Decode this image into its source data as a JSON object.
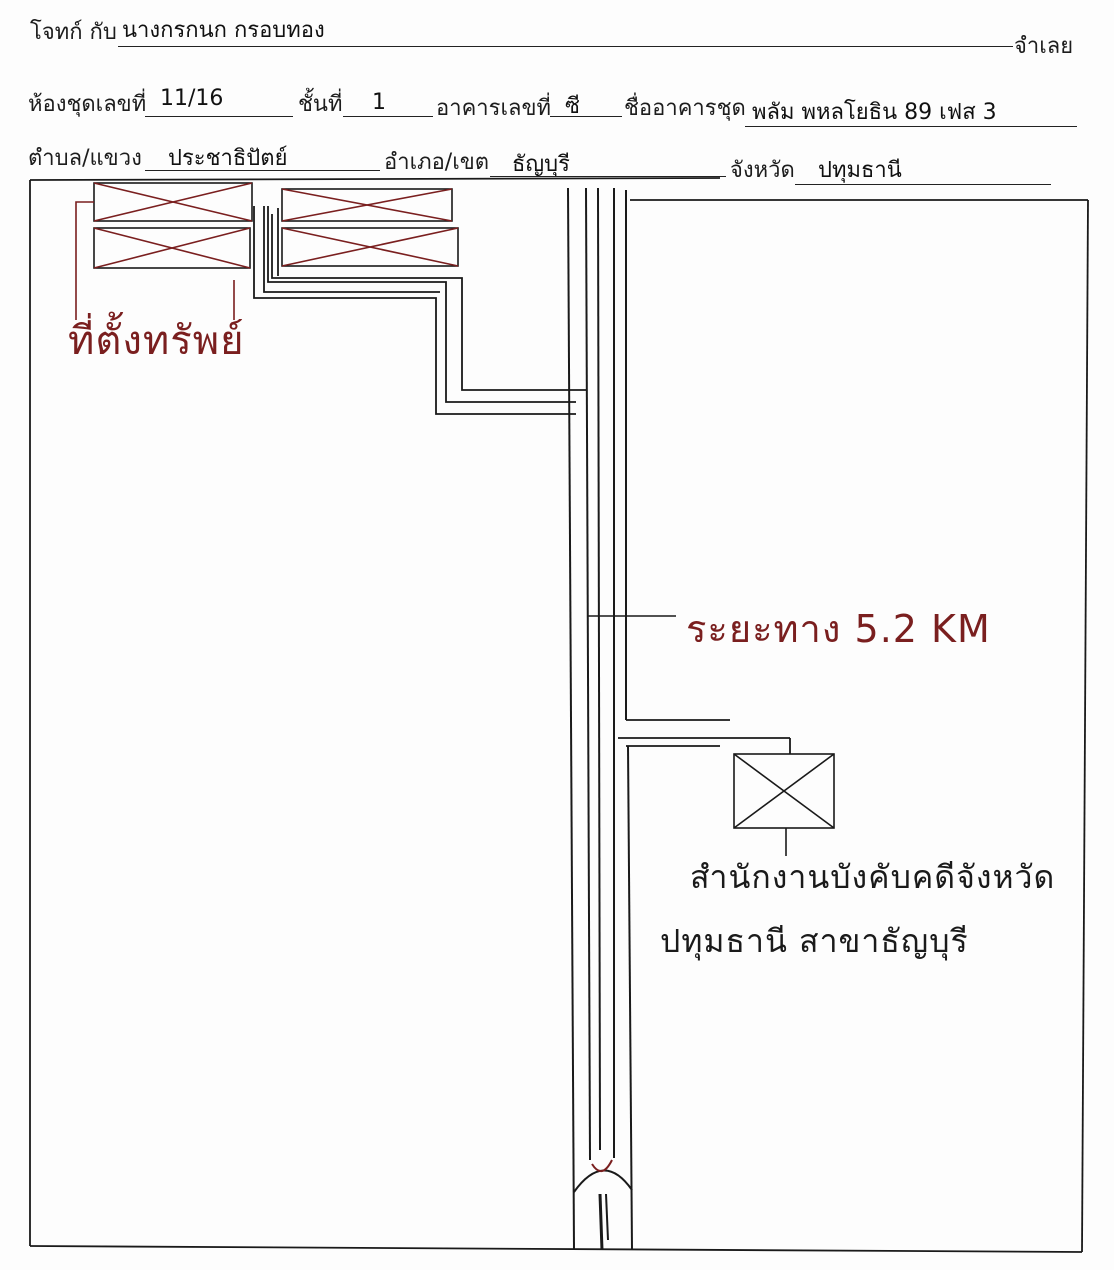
{
  "header": {
    "plaintiff_label": "โจทก์ กับ",
    "plaintiff_name": "นางกรกนก กรอบทอง",
    "defendant_label": "จำเลย"
  },
  "row2": {
    "room_label": "ห้องชุดเลขที่",
    "room_value": "11/16",
    "floor_label": "ชั้นที่",
    "floor_value": "1",
    "building_no_label": "อาคารเลขที่",
    "building_no_value": "ซี",
    "building_name_label": "ชื่ออาคารชุด",
    "building_name_value": "พลัม พหลโยธิน 89 เฟส 3"
  },
  "row3": {
    "subdistrict_label": "ตำบล/แขวง",
    "subdistrict_value": "ประชาธิปัตย์",
    "district_label": "อำเภอ/เขต",
    "district_value": "ธัญบุรี",
    "province_label": "จังหวัด",
    "province_value": "ปทุมธานี"
  },
  "map": {
    "property_label": "ที่ตั้งทรัพย์",
    "distance_label": "ระยะทาง 5.2 KM",
    "office_label_line1": "สำนักงานบังคับคดีจังหวัด",
    "office_label_line2": "ปทุมธานี สาขาธัญบุรี",
    "ink_color": "#7a1f1f",
    "pen_color": "#1a1a1a"
  }
}
